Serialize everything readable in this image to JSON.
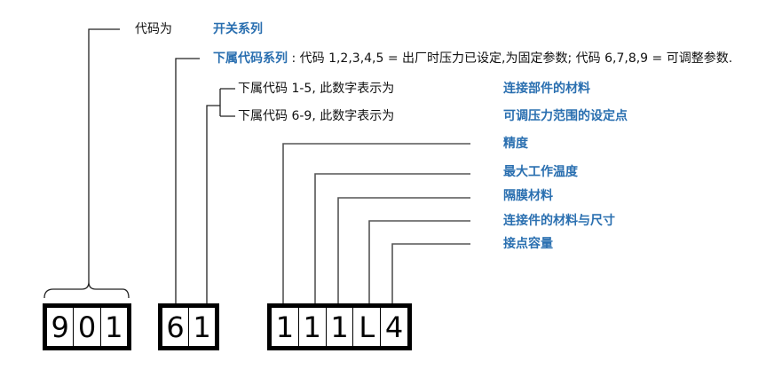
{
  "series": {
    "label": "代码为",
    "value": "开关系列"
  },
  "sub_series": {
    "label": "下属代码系列",
    "desc": " : 代码 1,2,3,4,5 = 出厂时压力已设定,为固定参数; 代码 6,7,8,9 = 可调整参数."
  },
  "sub_codes": [
    {
      "label": "下属代码 1-5, 此数字表示为",
      "value": "连接部件的材料"
    },
    {
      "label": "下属代码 6-9, 此数字表示为",
      "value": "可调压力范围的设定点"
    }
  ],
  "attributes": [
    "精度",
    "最大工作温度",
    "隔膜材料",
    "连接件的材料与尺寸",
    "接点容量"
  ],
  "code_groups": [
    [
      "9",
      "0",
      "1"
    ],
    [
      "6",
      "1"
    ],
    [
      "1",
      "1",
      "1",
      "L",
      "4"
    ]
  ]
}
